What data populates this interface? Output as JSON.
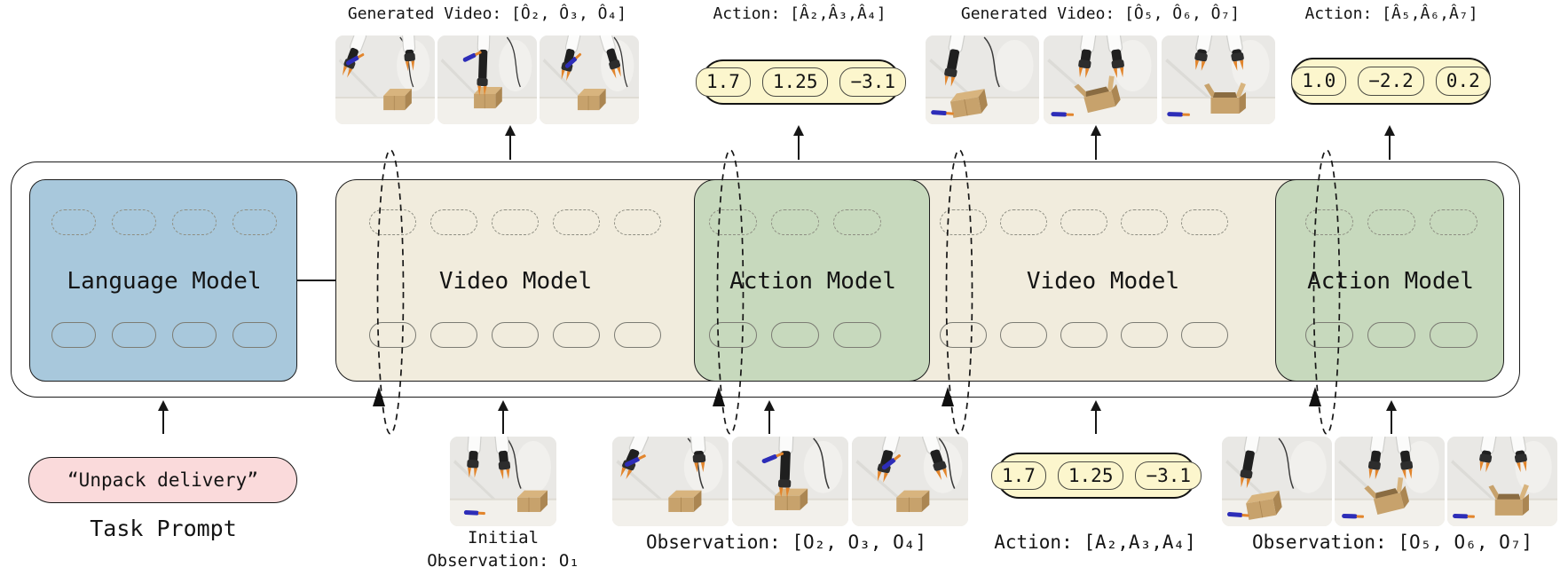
{
  "colors": {
    "language_model": "#a8c8dc",
    "video_model": "#f1ecdd",
    "action_model": "#c7d9bd",
    "value_box": "#fcf6cd",
    "prompt_box": "#fadadb",
    "outline": "#1a1a1a"
  },
  "top": {
    "generated_video_1": {
      "label": "Generated Video: [Ô₂, Ô₃, Ô₄]",
      "frames": [
        "tool-approach",
        "tool-press",
        "dual-grip"
      ]
    },
    "action_1": {
      "label": "Action: [Â₂,Â₃,Â₄]",
      "values": [
        "1.7",
        "1.25",
        "−3.1"
      ]
    },
    "generated_video_2": {
      "label": "Generated Video: [Ô₅, Ô₆, Ô₇]",
      "frames": [
        "grip-tilt",
        "lift-open",
        "box-open"
      ]
    },
    "action_2": {
      "label": "Action: [Â₅,Â₆,Â₇]",
      "values": [
        "1.0",
        "−2.2",
        "0.2"
      ]
    }
  },
  "diagram": {
    "models": [
      {
        "label": "Language Model",
        "type": "language",
        "token_count": 4
      },
      {
        "label": "Video Model",
        "type": "video",
        "token_count": 5
      },
      {
        "label": "Action Model",
        "type": "action",
        "token_count": 3
      },
      {
        "label": "Video Model",
        "type": "video",
        "token_count": 5
      },
      {
        "label": "Action Model",
        "type": "action",
        "token_count": 3
      }
    ]
  },
  "bottom": {
    "prompt": {
      "text": "“Unpack delivery”",
      "caption": "Task Prompt"
    },
    "initial_observation": {
      "label": "Initial\nObservation: O₁",
      "frames": [
        "idle-start"
      ]
    },
    "observation_1": {
      "label": "Observation: [O₂, O₃, O₄]",
      "frames": [
        "tool-approach",
        "tool-press",
        "dual-grip"
      ]
    },
    "action_input": {
      "label": "Action: [A₂,A₃,A₄]",
      "values": [
        "1.7",
        "1.25",
        "−3.1"
      ]
    },
    "observation_2": {
      "label": "Observation: [O₅, O₆, O₇]",
      "frames": [
        "grip-tilt",
        "lift-open",
        "box-open"
      ]
    }
  }
}
